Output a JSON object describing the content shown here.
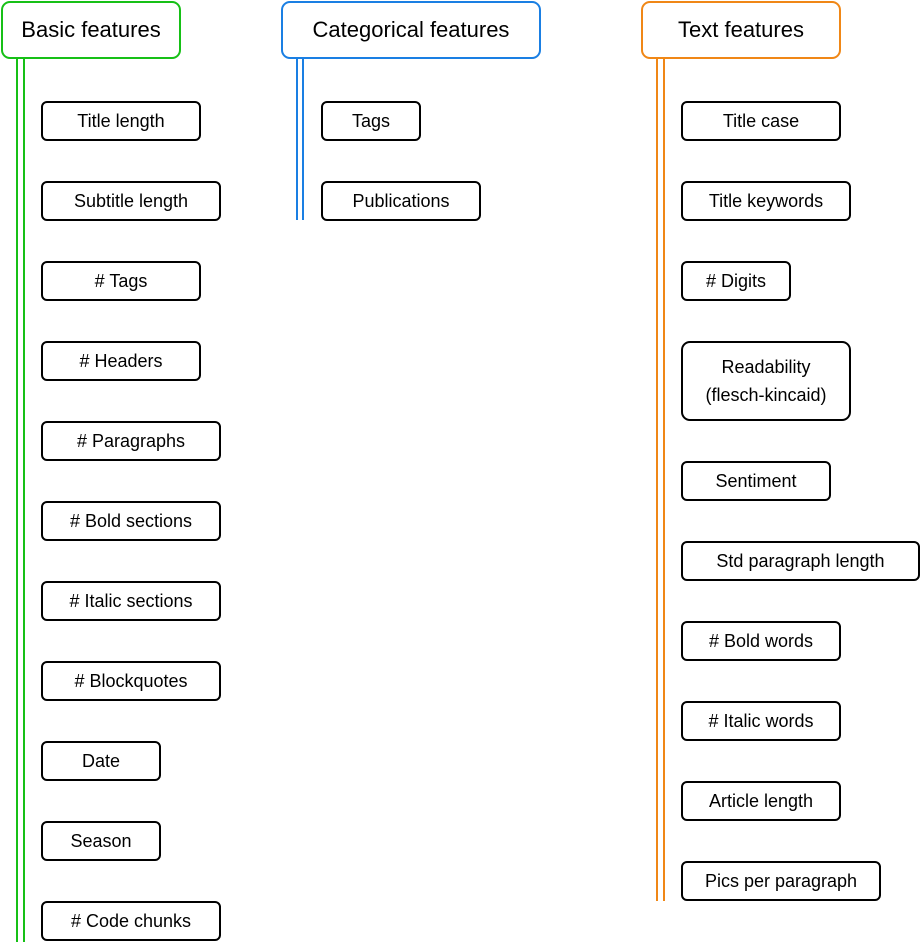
{
  "colors": {
    "basic": "#16c016",
    "categorical": "#1a7fe3",
    "text": "#f08716",
    "node_border": "#000000"
  },
  "columns": {
    "basic": {
      "title": "Basic features",
      "items": [
        "Title length",
        "Subtitle length",
        "# Tags",
        "# Headers",
        "# Paragraphs",
        "# Bold sections",
        "# Italic sections",
        "# Blockquotes",
        "Date",
        "Season",
        "# Code chunks"
      ]
    },
    "categorical": {
      "title": "Categorical features",
      "items": [
        "Tags",
        "Publications"
      ]
    },
    "text": {
      "title": "Text features",
      "items": [
        "Title case",
        "Title keywords",
        "# Digits",
        "Readability (flesch-kincaid)",
        "Sentiment",
        "Std paragraph length",
        "# Bold words",
        "# Italic words",
        "Article length",
        "Pics per paragraph"
      ]
    }
  }
}
